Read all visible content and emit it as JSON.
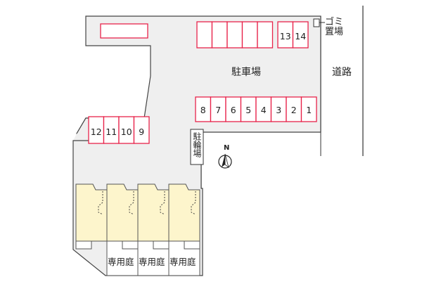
{
  "parking_label": "駐車場",
  "road_label": "道路",
  "garbage_label": "ゴミ置場",
  "bicycle_label": "駐輪場",
  "north_label": "N",
  "garden_label": "専用庭",
  "colors": {
    "ground": "#efefef",
    "outline": "#444444",
    "parking_stripe": "#e8234a",
    "unit_fill": "#fdf5cc",
    "unit_outline": "#555555"
  },
  "spaces": {
    "row_right": [
      "8",
      "7",
      "6",
      "5",
      "4",
      "3",
      "2",
      "1"
    ],
    "row_left": [
      "12",
      "11",
      "10",
      "9"
    ],
    "top_right": [
      "13",
      "14"
    ],
    "top_middle": [
      "",
      "",
      "",
      "",
      ""
    ],
    "top_left": [
      ""
    ]
  },
  "gardens": [
    "専用庭",
    "専用庭",
    "専用庭"
  ]
}
